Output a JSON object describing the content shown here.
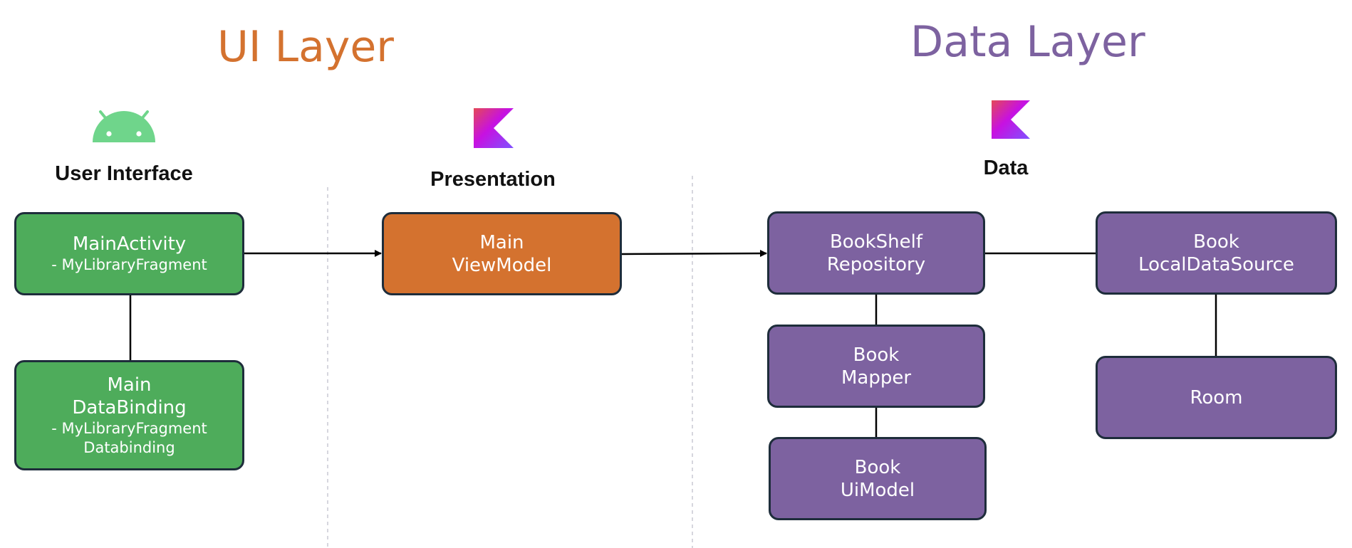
{
  "layers": {
    "ui": "UI Layer",
    "data": "Data Layer"
  },
  "sections": {
    "user_interface": "User Interface",
    "presentation": "Presentation",
    "data": "Data"
  },
  "nodes": {
    "main_activity": {
      "title": "MainActivity",
      "sub": "- MyLibraryFragment"
    },
    "main_databinding": {
      "title": "Main\nDataBinding",
      "sub": "-    MyLibraryFragment\nDatabinding"
    },
    "main_viewmodel": {
      "title": "Main\nViewModel"
    },
    "bookshelf_repository": {
      "title": "BookShelf\nRepository"
    },
    "book_mapper": {
      "title": "Book\nMapper"
    },
    "book_uimodel": {
      "title": "Book\nUiModel"
    },
    "book_localdatasource": {
      "title": "Book\nLocalDataSource"
    },
    "room": {
      "title": "Room"
    }
  },
  "icons": {
    "android": "android-icon",
    "kotlin": "kotlin-icon"
  },
  "colors": {
    "ui_layer": "#D4722F",
    "data_layer": "#7D62A0",
    "ui_box": "#4EAC5B",
    "presentation_box": "#D4722F",
    "data_box": "#7D62A0",
    "android": "#6FD58B"
  }
}
